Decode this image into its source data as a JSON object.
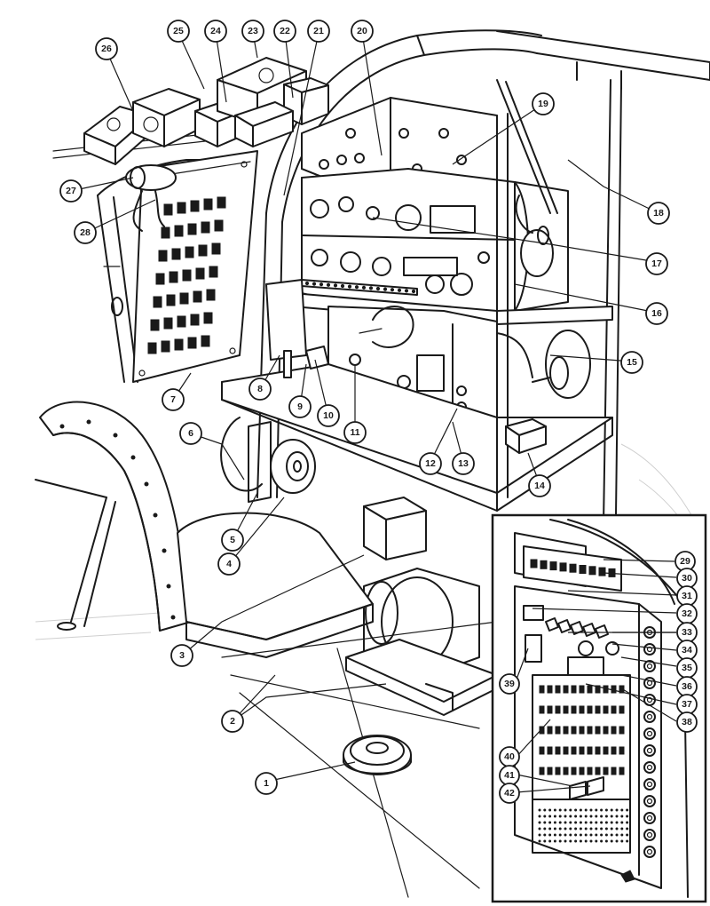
{
  "callouts": [
    {
      "id": "1",
      "label": "1"
    },
    {
      "id": "2",
      "label": "2"
    },
    {
      "id": "3",
      "label": "3"
    },
    {
      "id": "4",
      "label": "4"
    },
    {
      "id": "5",
      "label": "5"
    },
    {
      "id": "6",
      "label": "6"
    },
    {
      "id": "7",
      "label": "7"
    },
    {
      "id": "8",
      "label": "8"
    },
    {
      "id": "9",
      "label": "9"
    },
    {
      "id": "10",
      "label": "10"
    },
    {
      "id": "11",
      "label": "11"
    },
    {
      "id": "12",
      "label": "12"
    },
    {
      "id": "13",
      "label": "13"
    },
    {
      "id": "14",
      "label": "14"
    },
    {
      "id": "15",
      "label": "15"
    },
    {
      "id": "16",
      "label": "16"
    },
    {
      "id": "17",
      "label": "17"
    },
    {
      "id": "18",
      "label": "18"
    },
    {
      "id": "19",
      "label": "19"
    },
    {
      "id": "20",
      "label": "20"
    },
    {
      "id": "21",
      "label": "21"
    },
    {
      "id": "22",
      "label": "22"
    },
    {
      "id": "23",
      "label": "23"
    },
    {
      "id": "24",
      "label": "24"
    },
    {
      "id": "25",
      "label": "25"
    },
    {
      "id": "26",
      "label": "26"
    },
    {
      "id": "27",
      "label": "27"
    },
    {
      "id": "28",
      "label": "28"
    },
    {
      "id": "29",
      "label": "29"
    },
    {
      "id": "30",
      "label": "30"
    },
    {
      "id": "31",
      "label": "31"
    },
    {
      "id": "32",
      "label": "32"
    },
    {
      "id": "33",
      "label": "33"
    },
    {
      "id": "34",
      "label": "34"
    },
    {
      "id": "35",
      "label": "35"
    },
    {
      "id": "36",
      "label": "36"
    },
    {
      "id": "37",
      "label": "37"
    },
    {
      "id": "38",
      "label": "38"
    },
    {
      "id": "39",
      "label": "39"
    },
    {
      "id": "40",
      "label": "40"
    },
    {
      "id": "41",
      "label": "41"
    },
    {
      "id": "42",
      "label": "42"
    }
  ]
}
